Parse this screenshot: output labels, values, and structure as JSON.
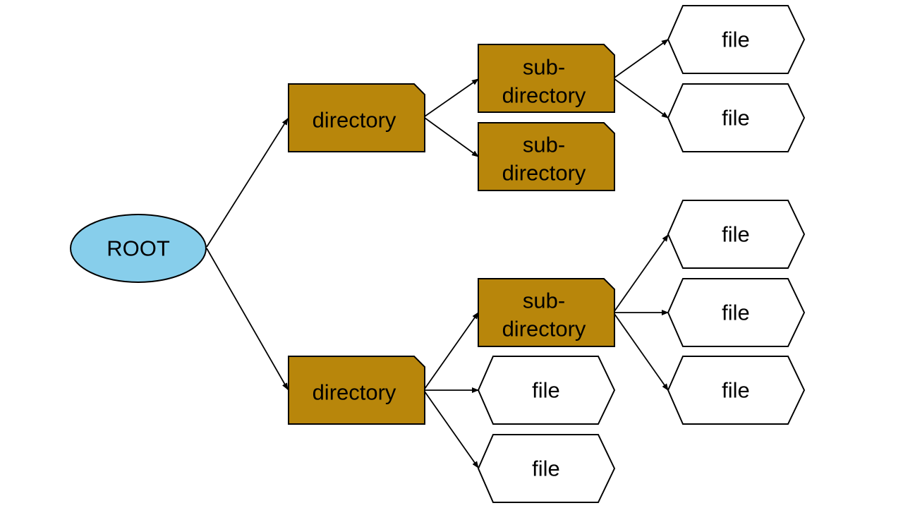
{
  "colors": {
    "root_fill": "#87CEEB",
    "directory_fill": "#B8860B",
    "file_fill": "#FFFFFF",
    "stroke": "#000000"
  },
  "nodes": {
    "root": {
      "label": "ROOT"
    },
    "dir1": {
      "label": "directory"
    },
    "dir2": {
      "label": "directory"
    },
    "sub1": {
      "label_line1": "sub-",
      "label_line2": "directory"
    },
    "sub2": {
      "label_line1": "sub-",
      "label_line2": "directory"
    },
    "sub3": {
      "label_line1": "sub-",
      "label_line2": "directory"
    },
    "file1": {
      "label": "file"
    },
    "file2": {
      "label": "file"
    },
    "file3": {
      "label": "file"
    },
    "file4": {
      "label": "file"
    },
    "file5": {
      "label": "file"
    },
    "file6": {
      "label": "file"
    },
    "file7": {
      "label": "file"
    }
  }
}
